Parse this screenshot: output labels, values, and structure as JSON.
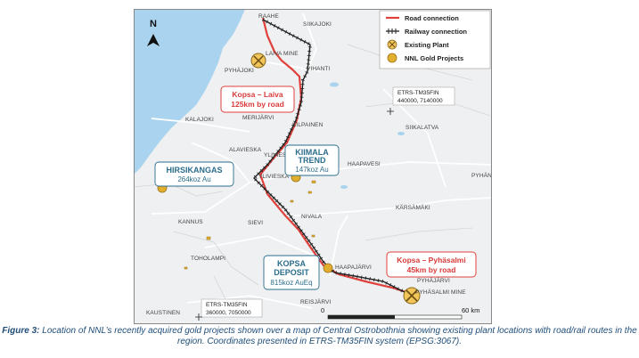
{
  "legend": {
    "road": "Road connection",
    "rail": "Railway connection",
    "plant": "Existing Plant",
    "projects": "NNL Gold Projects"
  },
  "north_label": "N",
  "towns": {
    "raahe": "RAAHE",
    "siikajoki": "SIIKAJOKI",
    "laiva": "LAIVA MINE",
    "pyhajoki": "PYHÄJOKI",
    "vihanti": "VIHANTI",
    "kalajoki": "KALAJOKI",
    "merijarvi": "MERIJÄRVI",
    "ylivieska_a": "YLIVIESKA",
    "kilpainen": "KILPAINEN",
    "siikalatva": "SIIKALATVA",
    "alavieska": "ALAVIESKA",
    "haapavesi": "HAAPAVESI",
    "pyhanta": "PYHÄNT",
    "ylivieska_b": "YLIVIESKA",
    "karsamaki": "KÄRSÄMÄKI",
    "kannus": "KANNUS",
    "sievi": "SIEVI",
    "nivala": "NIVALA",
    "toholampi": "TOHOLAMPI",
    "haapajarvi": "HAAPAJÄRVI",
    "pyhajarvi": "PYHÄJÄRVI",
    "pyhasalmi": "PYHÄSALMI MINE",
    "reisjarvi": "REISJÄRVI",
    "kaustinen": "KAUSTINEN"
  },
  "projects": {
    "kiimala_1": "KIIMALA",
    "kiimala_2": "TREND",
    "kiimala_val": "147koz Au",
    "hirsikangas": "HIRSIKANGAS",
    "hirsikangas_val": "264koz Au",
    "kopsa_1": "KOPSA",
    "kopsa_2": "DEPOSIT",
    "kopsa_val": "815koz AuEq"
  },
  "roads": {
    "laiva_title": "Kopsa – Laiva",
    "laiva_dist": "125km by road",
    "pyha_title": "Kopsa – Pyhäsalmi",
    "pyha_dist": "45km by road"
  },
  "coords": {
    "top_sys": "ETRS-TM35FIN",
    "top_val": "440000, 7140000",
    "bottom_sys": "ETRS-TM35FIN",
    "bottom_val": "360000, 7050000"
  },
  "scale": {
    "zero": "0",
    "max": "60 km"
  },
  "colors": {
    "road": "#e0413c",
    "rail": "#222222",
    "project": "#e1ae2e",
    "project_text": "#2b6d8c",
    "water": "#a9d3ee"
  },
  "caption": {
    "prefix": "Figure 3:",
    "text": " Location of NNL’s recently acquired gold projects shown over a map of Central Ostrobothnia showing existing plant locations with road/rail routes in the region. Coordinates presented in ETRS-TM35FIN system (EPSG:3067)."
  }
}
